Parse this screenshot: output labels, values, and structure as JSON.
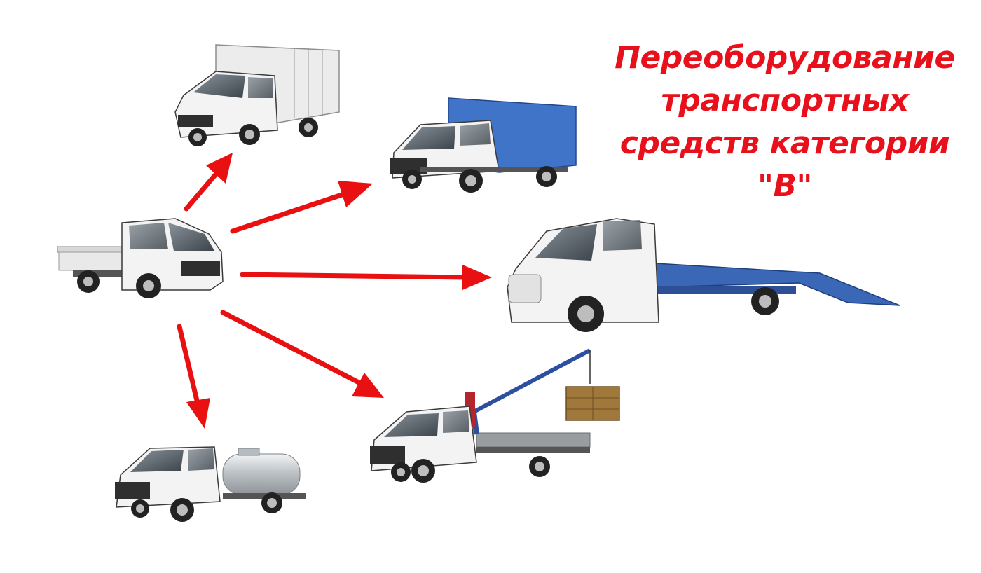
{
  "title": {
    "lines": [
      "Переоборудование",
      "транспортных",
      "средств категории",
      "\"B\""
    ],
    "color": "#e8101a"
  },
  "colors": {
    "arrow": "#e81010",
    "cab": "#f3f3f3",
    "outline": "#3a3a3a",
    "tire": "#222222",
    "rim": "#bdbdbd",
    "awning": "#3f74c8",
    "flatbed": "#3a67b6",
    "van_box": "#ececec",
    "crane": "#2d4fa0",
    "crate": "#a0783c",
    "tank": "#cfd3d6"
  },
  "vehicles": [
    {
      "id": "base-flatbed-truck",
      "icon": "flatbed-truck-icon"
    },
    {
      "id": "box-van-truck",
      "icon": "box-van-icon"
    },
    {
      "id": "awning-truck",
      "icon": "awning-truck-icon"
    },
    {
      "id": "tow-truck",
      "icon": "tow-truck-icon"
    },
    {
      "id": "crane-truck",
      "icon": "crane-truck-icon"
    },
    {
      "id": "tanker-truck",
      "icon": "tanker-truck-icon"
    }
  ]
}
